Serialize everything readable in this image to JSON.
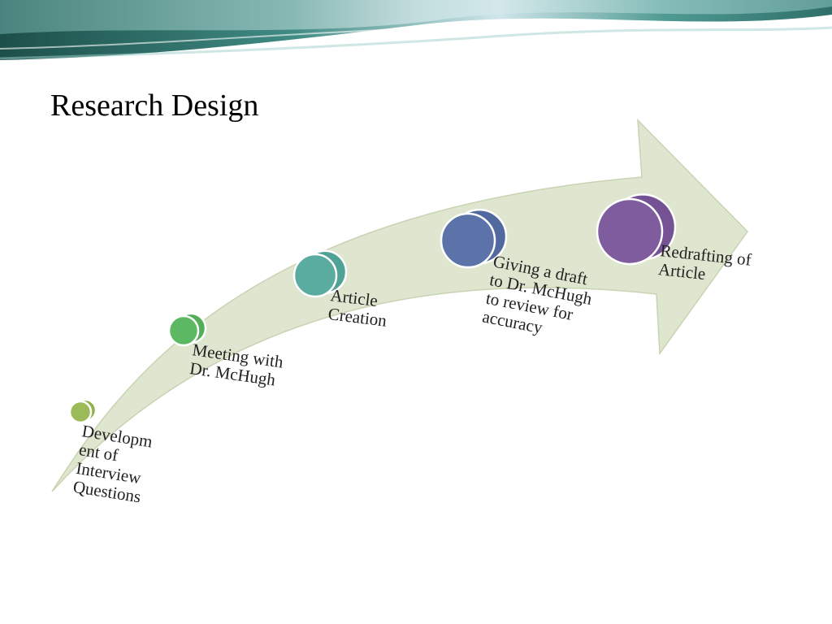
{
  "slide": {
    "title": "Research Design"
  },
  "colors": {
    "arrow_fill": "#dfe6cf",
    "arrow_stroke": "#c9d3b4",
    "banner_dark": "#1d4f4a",
    "banner_teal": "#4f9a92",
    "banner_light": "#cfe6ea"
  },
  "steps": [
    {
      "lines": [
        "Developm",
        "ent of",
        "Interview",
        "Questions"
      ],
      "color": "#9bbb59"
    },
    {
      "lines": [
        "Meeting with",
        "Dr. McHugh"
      ],
      "color": "#5db863"
    },
    {
      "lines": [
        "Article",
        "Creation"
      ],
      "color": "#5aaca0"
    },
    {
      "lines": [
        "Giving a draft",
        "to Dr. McHugh",
        "to review for",
        "accuracy"
      ],
      "color": "#5b73a8"
    },
    {
      "lines": [
        "Redrafting of",
        "Article"
      ],
      "color": "#7e5c9e"
    }
  ]
}
